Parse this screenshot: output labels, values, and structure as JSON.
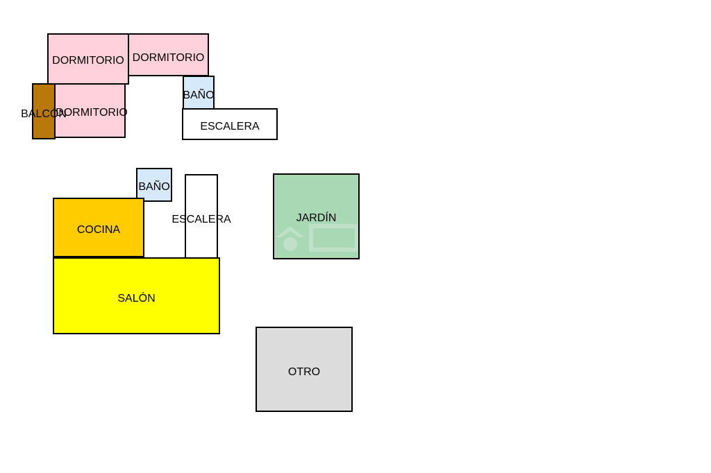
{
  "rooms": [
    {
      "id": "dormitorio-1",
      "label": "DORMITORIO",
      "color": "#ffd1dc"
    },
    {
      "id": "dormitorio-2",
      "label": "DORMITORIO",
      "color": "#ffd1dc"
    },
    {
      "id": "dormitorio-3",
      "label": "DORMITORIO",
      "color": "#ffd1dc"
    },
    {
      "id": "balcon",
      "label": "BALCÓN",
      "color": "#b8790a"
    },
    {
      "id": "bano-1",
      "label": "BAÑO",
      "color": "#d6e9fb"
    },
    {
      "id": "escalera-1",
      "label": "ESCALERA",
      "color": "#ffffff"
    },
    {
      "id": "bano-2",
      "label": "BAÑO",
      "color": "#d6e9fb"
    },
    {
      "id": "escalera-2",
      "label": "ESCALERA",
      "color": "#ffffff"
    },
    {
      "id": "cocina",
      "label": "COCINA",
      "color": "#ffcc00"
    },
    {
      "id": "salon",
      "label": "SALÓN",
      "color": "#ffff00"
    },
    {
      "id": "jardin",
      "label": "JARDÍN",
      "color": "#a8d8b4"
    },
    {
      "id": "otro",
      "label": "OTRO",
      "color": "#dcdcdc"
    }
  ]
}
